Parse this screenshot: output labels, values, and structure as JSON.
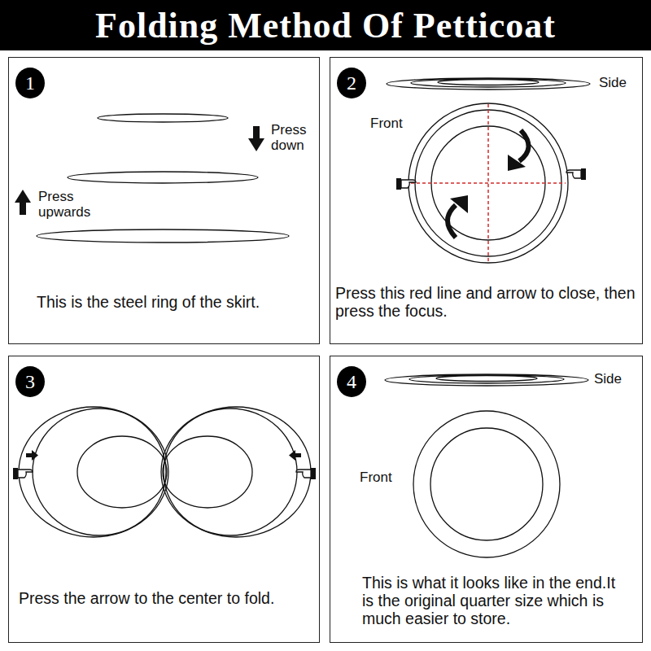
{
  "diagram": {
    "title": "Folding Method Of Petticoat",
    "nodes": [
      {
        "text": [
          "This is the steel ring of the skirt."
        ]
      },
      {
        "text": [
          "1"
        ],
        "in": 0
      },
      {
        "text": [
          "Press this red line and arrow to close, then press the focus."
        ]
      },
      {
        "text": [
          "2"
        ],
        "in": 2
      },
      {
        "text": [
          "Press the arrow to the center to fold."
        ]
      },
      {
        "text": [
          "3"
        ],
        "in": 4
      },
      {
        "text": [
          "This is what it looks like in the end.It is the original quarter size which is much easier to store."
        ]
      },
      {
        "text": [
          "4"
        ],
        "in": 6
      }
    ],
    "edges": [],
    "labels": [
      "Press down",
      "Press upwards",
      "Side",
      "Front",
      "Side",
      "Front"
    ]
  }
}
